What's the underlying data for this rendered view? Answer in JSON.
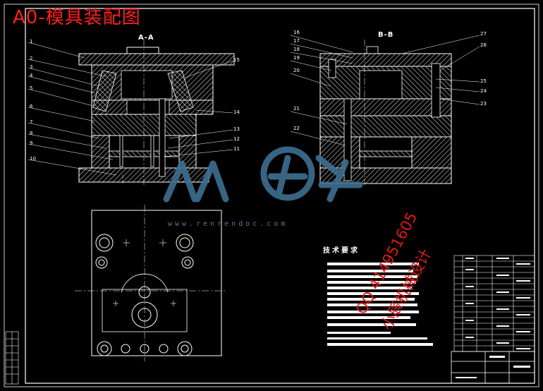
{
  "title": "A0-模具装配图",
  "sections": {
    "left": "A-A",
    "right": "B-B"
  },
  "callouts_left": [
    "1",
    "2",
    "3",
    "4",
    "5",
    "6",
    "7",
    "8",
    "9",
    "10"
  ],
  "callouts_mid": [
    "15",
    "14",
    "13",
    "12",
    "11"
  ],
  "callouts_right_left": [
    "16",
    "17",
    "18",
    "19",
    "20",
    "21",
    "22"
  ],
  "callouts_right_right": [
    "27",
    "26",
    "25",
    "24",
    "23"
  ],
  "watermark": {
    "text": "www.renrendoc.com",
    "color": "#3f6f92"
  },
  "stamp": {
    "line1": "QQ 414951605",
    "line2": "小辰机械设计",
    "color": "#e01818"
  },
  "tech_requirements_title": "技术要求",
  "colors": {
    "background": "#000000",
    "lines": "#ffffff",
    "title": "#ff2020"
  }
}
